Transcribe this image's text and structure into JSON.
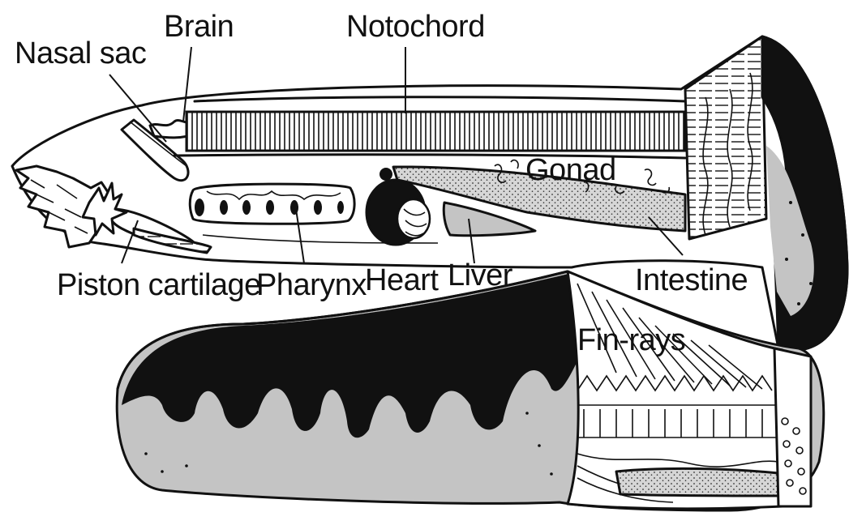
{
  "labels": {
    "nasal_sac": "Nasal sac",
    "brain": "Brain",
    "notochord": "Notochord",
    "gonad": "Gonad",
    "piston_cartilage": "Piston cartilage",
    "pharynx": "Pharynx",
    "heart": "Heart",
    "liver": "Liver",
    "intestine": "Intestine",
    "fin_rays": "Fin-rays"
  },
  "colors": {
    "ink": "#111111",
    "shade": "#c4c4c4",
    "stipple_fill": "#bdbdbd",
    "background": "#ffffff"
  }
}
